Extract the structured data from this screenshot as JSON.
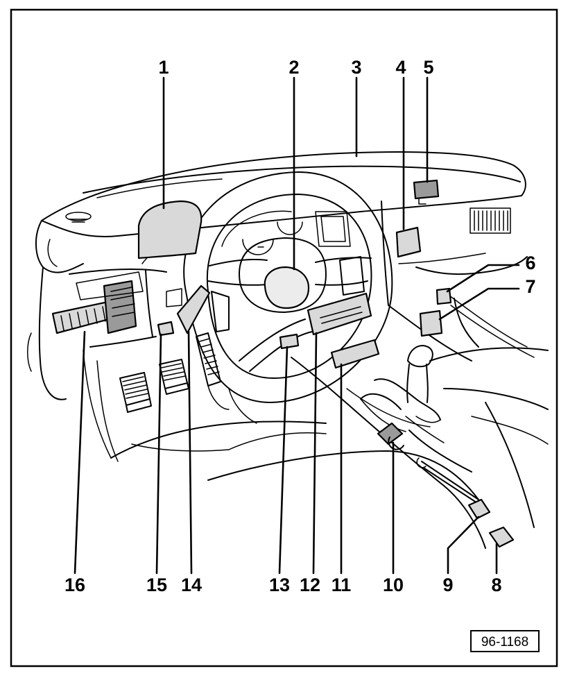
{
  "diagram": {
    "figure_ref": "96-1168",
    "callouts": [
      {
        "id": "1",
        "label": "1"
      },
      {
        "id": "2",
        "label": "2"
      },
      {
        "id": "3",
        "label": "3"
      },
      {
        "id": "4",
        "label": "4"
      },
      {
        "id": "5",
        "label": "5"
      },
      {
        "id": "6",
        "label": "6"
      },
      {
        "id": "7",
        "label": "7"
      },
      {
        "id": "8",
        "label": "8"
      },
      {
        "id": "9",
        "label": "9"
      },
      {
        "id": "10",
        "label": "10"
      },
      {
        "id": "11",
        "label": "11"
      },
      {
        "id": "12",
        "label": "12"
      },
      {
        "id": "13",
        "label": "13"
      },
      {
        "id": "14",
        "label": "14"
      },
      {
        "id": "15",
        "label": "15"
      },
      {
        "id": "16",
        "label": "16"
      }
    ]
  }
}
